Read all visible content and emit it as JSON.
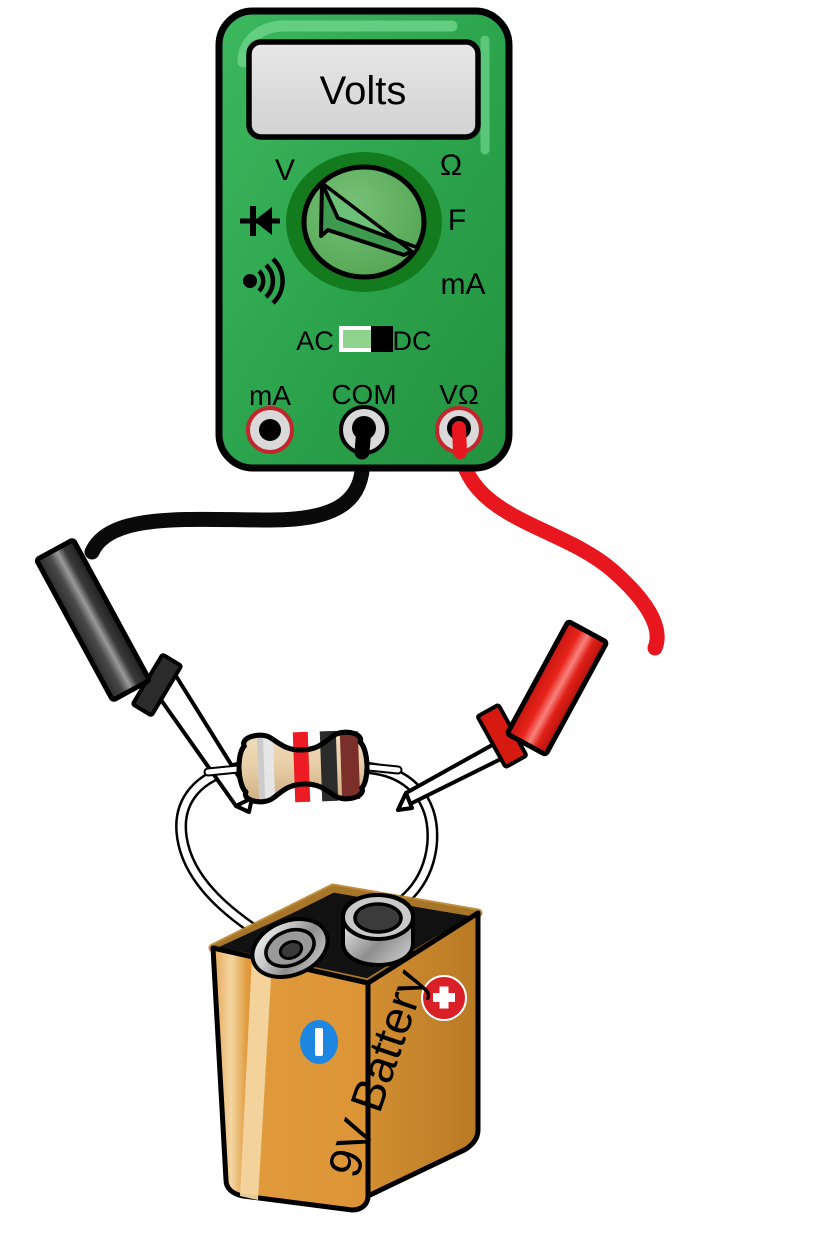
{
  "scene": {
    "title": "Measuring a 9V battery voltage with a digital multimeter",
    "background_color": "#ffffff"
  },
  "multimeter": {
    "name": "digital-multimeter",
    "body_color": "#2DA44E",
    "body_highlight_color": "#5FCB7E",
    "outline_color": "#000000",
    "display": {
      "reading": "Volts",
      "screen_color": "#DCDCDC"
    },
    "dial": {
      "ring_color": "#147A1E",
      "face_color": "#5FB05F",
      "pointer_color": "#3E9A4E",
      "selected": "V",
      "labels": [
        {
          "id": "dial-label-v",
          "text": "V",
          "position": "top-left"
        },
        {
          "id": "dial-label-ohm",
          "text": "Ω",
          "position": "top-right"
        },
        {
          "id": "dial-label-diode",
          "text": "diode-icon",
          "position": "left"
        },
        {
          "id": "dial-label-f",
          "text": "F",
          "position": "right"
        },
        {
          "id": "dial-label-continuity",
          "text": "continuity-icon",
          "position": "bottom-left"
        },
        {
          "id": "dial-label-ma",
          "text": "mA",
          "position": "bottom-right"
        }
      ]
    },
    "mode_switch": {
      "left_label": "AC",
      "right_label": "DC",
      "selected": "DC",
      "track_color": "#8FD38F",
      "knob_color": "#000000"
    },
    "jacks": [
      {
        "id": "jack-ma",
        "label": "mA",
        "ring_color": "#C1272D",
        "inner_color": "#D9D9D9",
        "hole_color": "#000000",
        "connected": false,
        "lead": "none"
      },
      {
        "id": "jack-com",
        "label": "COM",
        "ring_color": "#000000",
        "inner_color": "#D9D9D9",
        "hole_color": "#000000",
        "connected": true,
        "lead": "black"
      },
      {
        "id": "jack-vohm",
        "label": "VΩ",
        "ring_color": "#C1272D",
        "inner_color": "#D9D9D9",
        "hole_color": "#000000",
        "connected": true,
        "lead": "red"
      }
    ]
  },
  "leads": [
    {
      "id": "black-test-lead",
      "name": "black-probe",
      "wire_color": "#0A0A0A",
      "handle_color": "#3A3A3A",
      "handle_highlight": "#8A8A8A",
      "guard_color": "#2B2B2B",
      "tip_color": "#FFFFFF",
      "connected_jack": "COM",
      "touching": "resistor-left-lead"
    },
    {
      "id": "red-test-lead",
      "name": "red-probe",
      "wire_color": "#E8171F",
      "handle_color": "#E32119",
      "handle_highlight": "#F4655E",
      "guard_color": "#D61A12",
      "tip_color": "#FFFFFF",
      "connected_jack": "VΩ",
      "touching": "resistor-right-lead"
    }
  ],
  "resistor": {
    "name": "resistor",
    "body_color": "#E8CFA9",
    "body_shade": "#D8BB8F",
    "lead_color": "#FFFFFF",
    "bands": [
      {
        "index": 1,
        "color": "#E6E6E6",
        "name": "white"
      },
      {
        "index": 2,
        "color": "#ED1C24",
        "name": "red"
      },
      {
        "index": 3,
        "color": "#2B2B2B",
        "name": "black"
      },
      {
        "index": 4,
        "color": "#7B2F2B",
        "name": "brown"
      }
    ]
  },
  "battery": {
    "name": "9v-battery",
    "face_text": "9V Battery",
    "body_color": "#E09A3C",
    "body_side_color": "#C9832C",
    "edge_highlight_color": "#F3D5A1",
    "top_color": "#111111",
    "top_rim_color": "#B8822B",
    "terminals": [
      {
        "id": "terminal-negative",
        "type": "snap-female",
        "metal_color": "#BFBFBF"
      },
      {
        "id": "terminal-positive",
        "type": "snap-male",
        "metal_color": "#C9C9C9"
      }
    ],
    "badges": [
      {
        "id": "badge-negative",
        "symbol": "|",
        "circle_color": "#1C86E0",
        "symbol_color": "#FFFFFF"
      },
      {
        "id": "badge-positive",
        "symbol": "+",
        "circle_color": "#D92027",
        "symbol_color": "#FFFFFF"
      }
    ]
  }
}
